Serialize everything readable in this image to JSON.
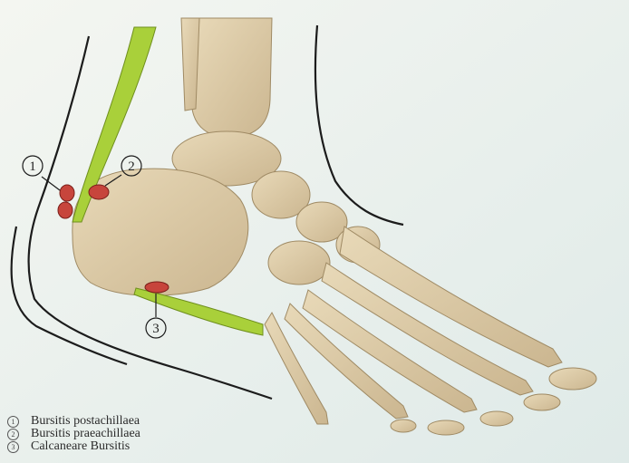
{
  "callouts": [
    "1",
    "2",
    "3"
  ],
  "legend": {
    "items": [
      {
        "marker": "1",
        "label": "Bursitis postachillaea"
      },
      {
        "marker": "2",
        "label": "Bursitis praeachillaea"
      },
      {
        "marker": "3",
        "label": "Calcaneare Bursitis"
      }
    ]
  },
  "colors": {
    "background": "#eef2ec",
    "bone": "#dcc9a4",
    "tendon": "#a9d03a",
    "bursa": "#c7453c",
    "outline": "#1c1c1c"
  }
}
